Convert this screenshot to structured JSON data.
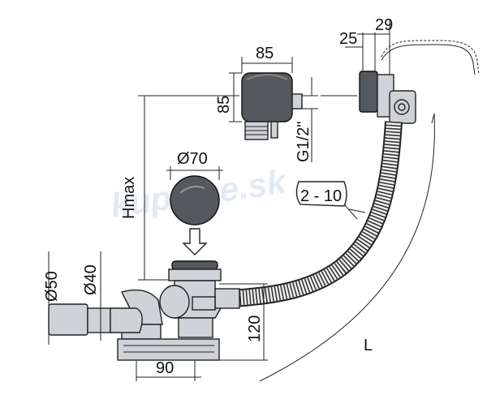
{
  "dimensions": {
    "d29": "29",
    "d25": "25",
    "d85_width": "85",
    "d85_height": "85",
    "g_thread": "G1/2\"",
    "d70": "Ø70",
    "hmax": "Hmax",
    "d2_10": "2 - 10",
    "d50": "Ø50",
    "d40": "Ø40",
    "d120": "120",
    "d90": "90",
    "length_L": "L"
  },
  "watermark": "kupelne.sk",
  "colors": {
    "line": "#222222",
    "part_fill": "#cfd2d6",
    "dark_fill": "#55585c",
    "watermark": "#e3eaf3"
  }
}
